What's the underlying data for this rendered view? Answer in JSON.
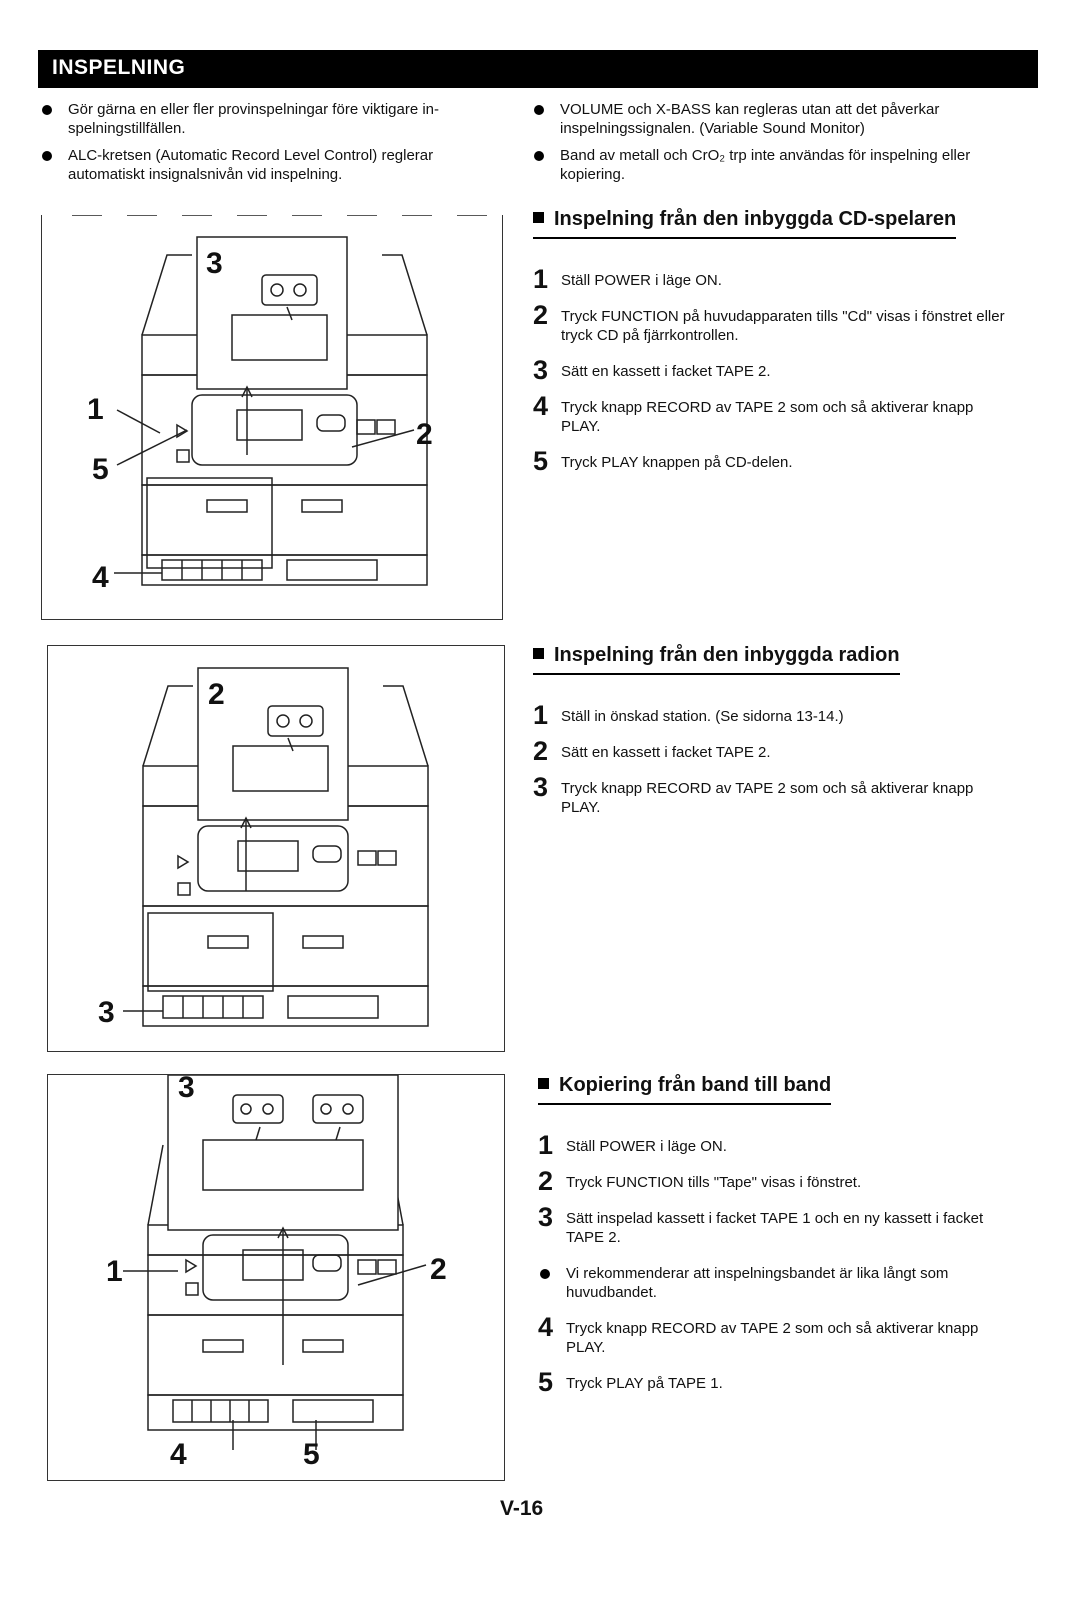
{
  "header": {
    "title": "INSPELNING"
  },
  "intro_left": [
    "Gör gärna en eller fler provinspelningar före viktigare in-spelningstillfällen.",
    "ALC-kretsen (Automatic Record Level Control) reglerar automatiskt insignalsnivån vid inspelning."
  ],
  "intro_right": [
    "VOLUME och X-BASS kan regleras utan att det påverkar inspelningssignalen. (Variable Sound Monitor)",
    "Band av metall och CrO₂ trp inte användas för inspelning eller kopiering."
  ],
  "sections": [
    {
      "title": "Inspelning från den inbyggda CD-spelaren",
      "steps": [
        {
          "n": "1",
          "text": "Ställ POWER i läge ON."
        },
        {
          "n": "2",
          "text": "Tryck FUNCTION på huvudapparaten tills \"Cd\" visas i fönstret eller tryck CD på fjärrkontrollen."
        },
        {
          "n": "3",
          "text": "Sätt en kassett i facket TAPE 2."
        },
        {
          "n": "4",
          "text": "Tryck knapp RECORD av TAPE 2 som och så aktiverar knapp PLAY."
        },
        {
          "n": "5",
          "text": "Tryck PLAY knappen på CD-delen."
        }
      ]
    },
    {
      "title": "Inspelning från den inbyggda radion",
      "steps": [
        {
          "n": "1",
          "text": "Ställ in önskad station.  (Se sidorna 13-14.)"
        },
        {
          "n": "2",
          "text": "Sätt en kassett i facket TAPE 2."
        },
        {
          "n": "3",
          "text": "Tryck knapp RECORD av TAPE 2 som och så aktiverar knapp PLAY."
        }
      ]
    },
    {
      "title": "Kopiering från band till band",
      "steps": [
        {
          "n": "1",
          "text": "Ställ POWER i läge ON."
        },
        {
          "n": "2",
          "text": "Tryck FUNCTION tills \"Tape\" visas i fönstret."
        },
        {
          "n": "3",
          "text": "Sätt inspelad kassett i facket TAPE 1 och en ny kassett i facket TAPE 2."
        },
        {
          "n": "",
          "text": "Vi rekommenderar att inspelningsbandet är lika långt som huvudbandet."
        },
        {
          "n": "4",
          "text": "Tryck knapp RECORD av TAPE 2 som och så aktiverar knapp PLAY."
        },
        {
          "n": "5",
          "text": "Tryck PLAY på TAPE 1."
        }
      ]
    }
  ],
  "figures": [
    {
      "callouts": [
        "3",
        "1",
        "5",
        "2",
        "4"
      ]
    },
    {
      "callouts": [
        "2",
        "3"
      ]
    },
    {
      "callouts": [
        "3",
        "1",
        "2",
        "4",
        "5"
      ]
    }
  ],
  "footer": {
    "page_number": "V-16"
  }
}
